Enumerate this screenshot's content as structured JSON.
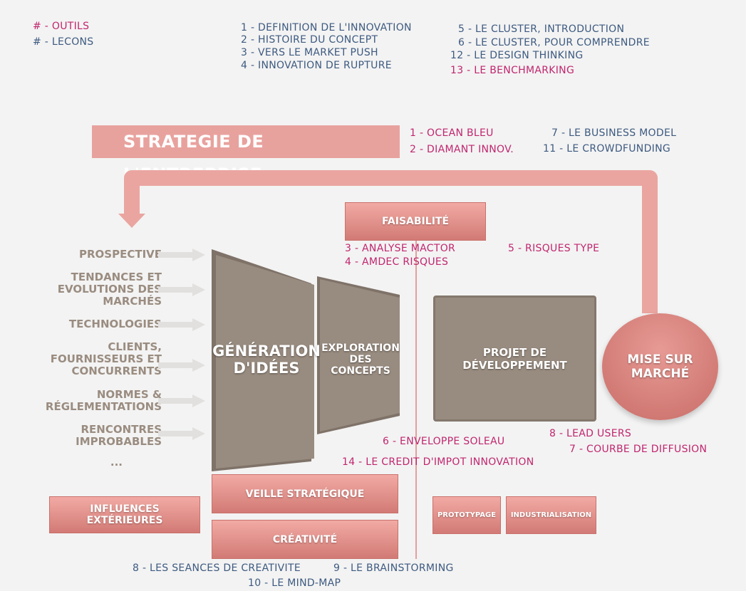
{
  "colors": {
    "tools": "#c0266e",
    "lessons": "#3d5a80",
    "box": "#e8a29e",
    "panel": "#988b7f"
  },
  "legend": {
    "tools": "# - OUTILS",
    "lessons": "# - LECONS"
  },
  "top_lessons_col1": [
    "1 - DEFINITION DE L'INNOVATION",
    "2 - HISTOIRE DU CONCEPT",
    "3 - VERS LE MARKET PUSH",
    "4 - INNOVATION DE RUPTURE"
  ],
  "top_col2": [
    "5 - LE CLUSTER, INTRODUCTION",
    "6 - LE CLUSTER, POUR COMPRENDRE",
    "12 - LE DESIGN THINKING",
    "13 - LE BENCHMARKING"
  ],
  "strategy": {
    "title": "STRATEGIE DE L'ENTREPRISE",
    "tools": [
      "1 - OCEAN BLEU",
      "2 - DIAMANT INNOV."
    ],
    "lessons": [
      "7 - LE BUSINESS MODEL",
      "11 - LE CROWDFUNDING"
    ]
  },
  "feasibility": {
    "title": "FAISABILITÉ",
    "tools": [
      "3 - ANALYSE MACTOR",
      "4 - AMDEC RISQUES",
      "5 - RISQUES TYPE"
    ]
  },
  "inputs": [
    "PROSPECTIVE",
    "TENDANCES ET EVOLUTIONS DES MARCHÉS",
    "TECHNOLOGIES",
    "CLIENTS, FOURNISSEURS ET CONCURRENTS",
    "NORMES & RÉGLEMENTATIONS",
    "RENCONTRES IMPROBABLES",
    "..."
  ],
  "panels": {
    "generation": "GÉNÉRATION D'IDÉES",
    "exploration": "EXPLORATION DES CONCEPTS",
    "projet": "PROJET DE DÉVELOPPEMENT",
    "market": "MISE SUR MARCHÉ"
  },
  "mid_tools": [
    "6 - ENVELOPPE SOLEAU",
    "14 - LE CREDIT D'IMPOT INNOVATION",
    "8 - LEAD USERS",
    "7 - COURBE DE DIFFUSION"
  ],
  "bottom_boxes": {
    "influences": "INFLUENCES EXTÉRIEURES",
    "veille": "VEILLE STRATÉGIQUE",
    "creativite": "CRÉATIVITÉ",
    "prototypage": "PROTOTYPAGE",
    "industrialisation": "INDUSTRIALISATION"
  },
  "bottom_lessons": [
    "8 - LES SEANCES DE CREATIVITE",
    "9 - LE BRAINSTORMING",
    "10 - LE MIND-MAP"
  ]
}
